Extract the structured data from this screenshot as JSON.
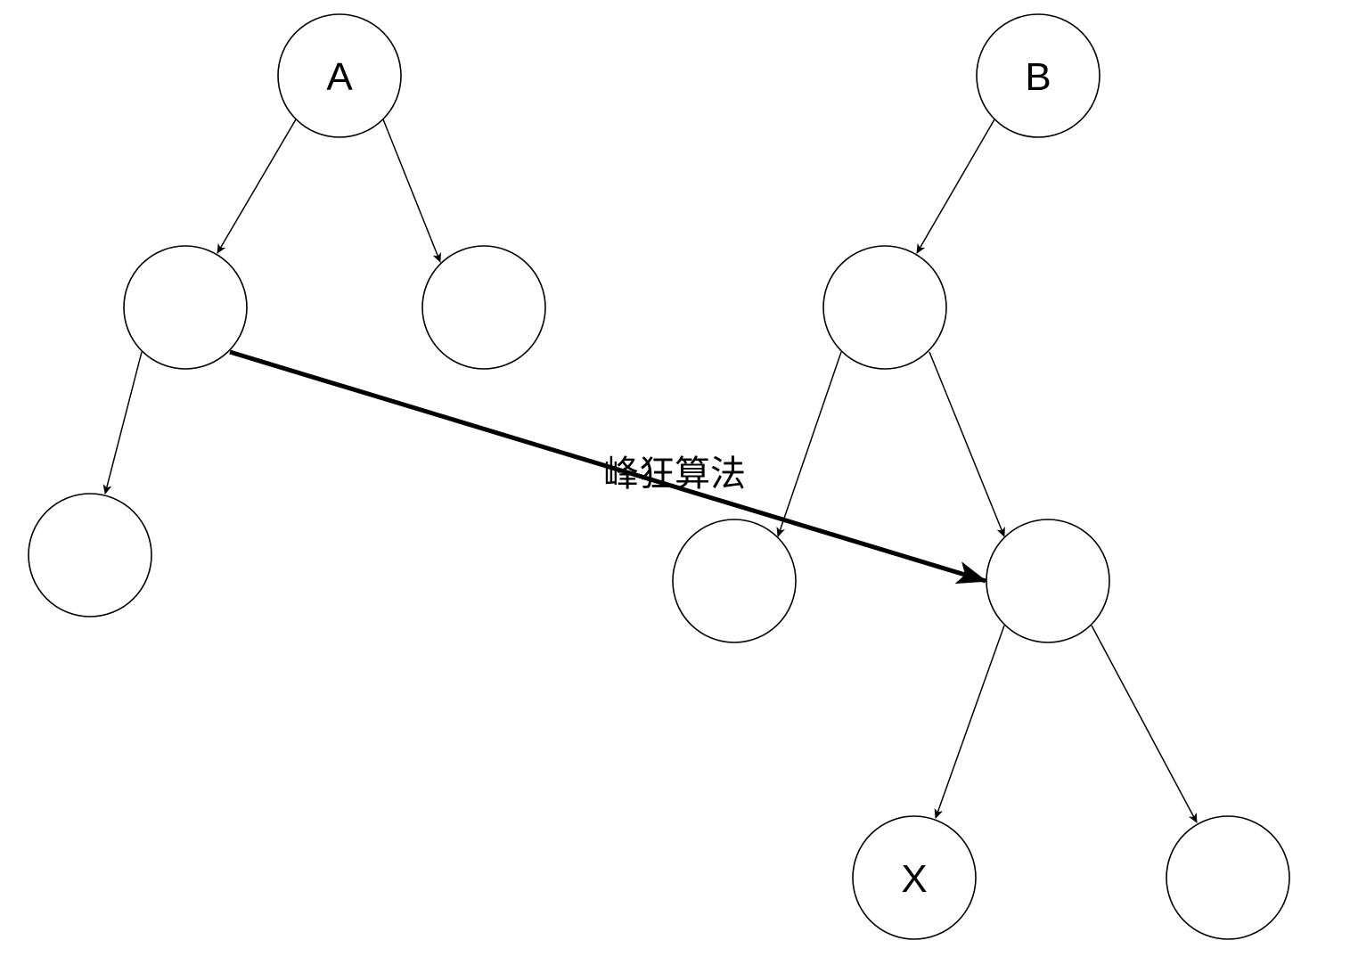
{
  "diagram": {
    "tree_a": {
      "root": "A",
      "children": [
        {
          "label": "",
          "children": [
            {
              "label": ""
            }
          ]
        },
        {
          "label": ""
        }
      ]
    },
    "tree_b": {
      "root": "B",
      "children": [
        {
          "label": "",
          "children": [
            {
              "label": ""
            },
            {
              "label": "",
              "children": [
                {
                  "label": "X"
                },
                {
                  "label": ""
                }
              ]
            }
          ]
        }
      ]
    },
    "node_labels": {
      "a": "A",
      "b": "B",
      "x": "X"
    },
    "connector_label": "峰狂算法"
  }
}
